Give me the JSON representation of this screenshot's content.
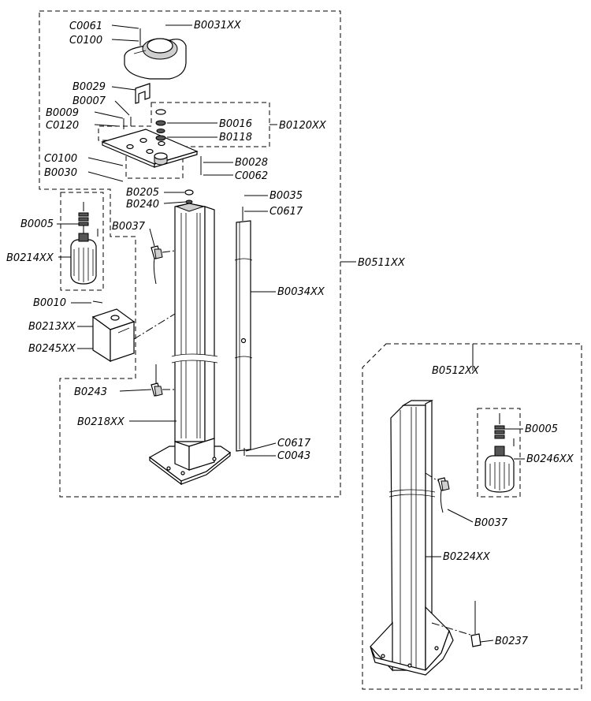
{
  "labels": {
    "c0061": "C0061",
    "c0100_top": "C0100",
    "b0031xx": "B0031XX",
    "b0029": "B0029",
    "b0007": "B0007",
    "b0009": "B0009",
    "c0120": "C0120",
    "b0016": "B0016",
    "b0118": "B0118",
    "b0120xx": "B0120XX",
    "c0100_mid": "C0100",
    "b0030": "B0030",
    "b0028": "B0028",
    "c0062": "C0062",
    "b0205": "B0205",
    "b0240": "B0240",
    "b0035": "B0035",
    "c0617_top": "C0617",
    "b0005_left": "B0005",
    "b0037_left": "B0037",
    "b0214xx": "B0214XX",
    "b0511xx": "B0511XX",
    "b0034xx": "B0034XX",
    "b0010": "B0010",
    "b0213xx": "B0213XX",
    "b0245xx": "B0245XX",
    "b0512xx": "B0512XX",
    "b0243": "B0243",
    "b0218xx": "B0218XX",
    "b0005_right": "B0005",
    "c0617_bottom": "C0617",
    "c0043": "C0043",
    "b0246xx": "B0246XX",
    "b0037_right": "B0037",
    "b0224xx": "B0224XX",
    "b0237": "B0237"
  }
}
